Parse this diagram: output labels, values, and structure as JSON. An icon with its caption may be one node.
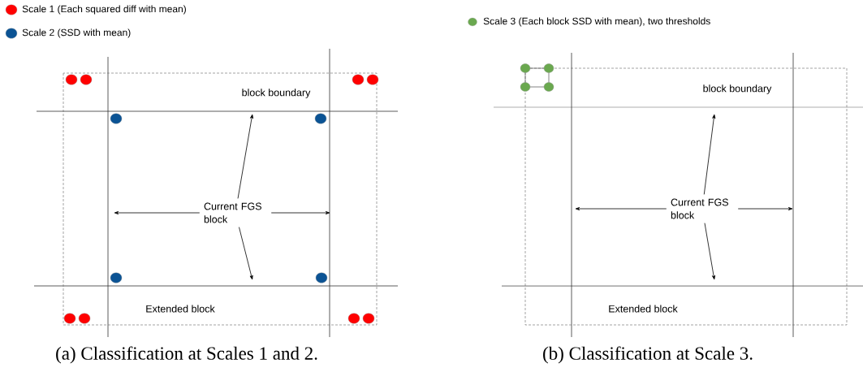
{
  "diagram": {
    "nodes": [
      {
        "text": [
          "Current FGS block"
        ]
      },
      {
        "text": [
          "Current FGS block"
        ]
      }
    ],
    "edges": [
      {
        "from": 0,
        "to": null,
        "arrow": "to"
      },
      {
        "from": 0,
        "to": null,
        "arrow": "to"
      },
      {
        "from": 0,
        "to": null,
        "arrow": "to"
      },
      {
        "from": 0,
        "to": null,
        "arrow": "to"
      },
      {
        "from": 1,
        "to": null,
        "arrow": "to"
      },
      {
        "from": 1,
        "to": null,
        "arrow": "to"
      },
      {
        "from": 1,
        "to": null,
        "arrow": "to"
      },
      {
        "from": 1,
        "to": null,
        "arrow": "to"
      }
    ],
    "labels": [
      "block boundary",
      "Extended block",
      "block boundary",
      "Extended block",
      "(a) Classification at Scales 1 and 2.",
      "(b) Classification at Scale 3."
    ],
    "legend": [
      {
        "text": "Scale 1 (Each squared diff with mean)",
        "color": "#ff0000"
      },
      {
        "text": "Scale 2 (SSD with mean)",
        "color": "#0b5394"
      },
      {
        "text": "Scale 3 (Each block SSD with mean), two thresholds",
        "color": "#6aa84f"
      }
    ]
  }
}
